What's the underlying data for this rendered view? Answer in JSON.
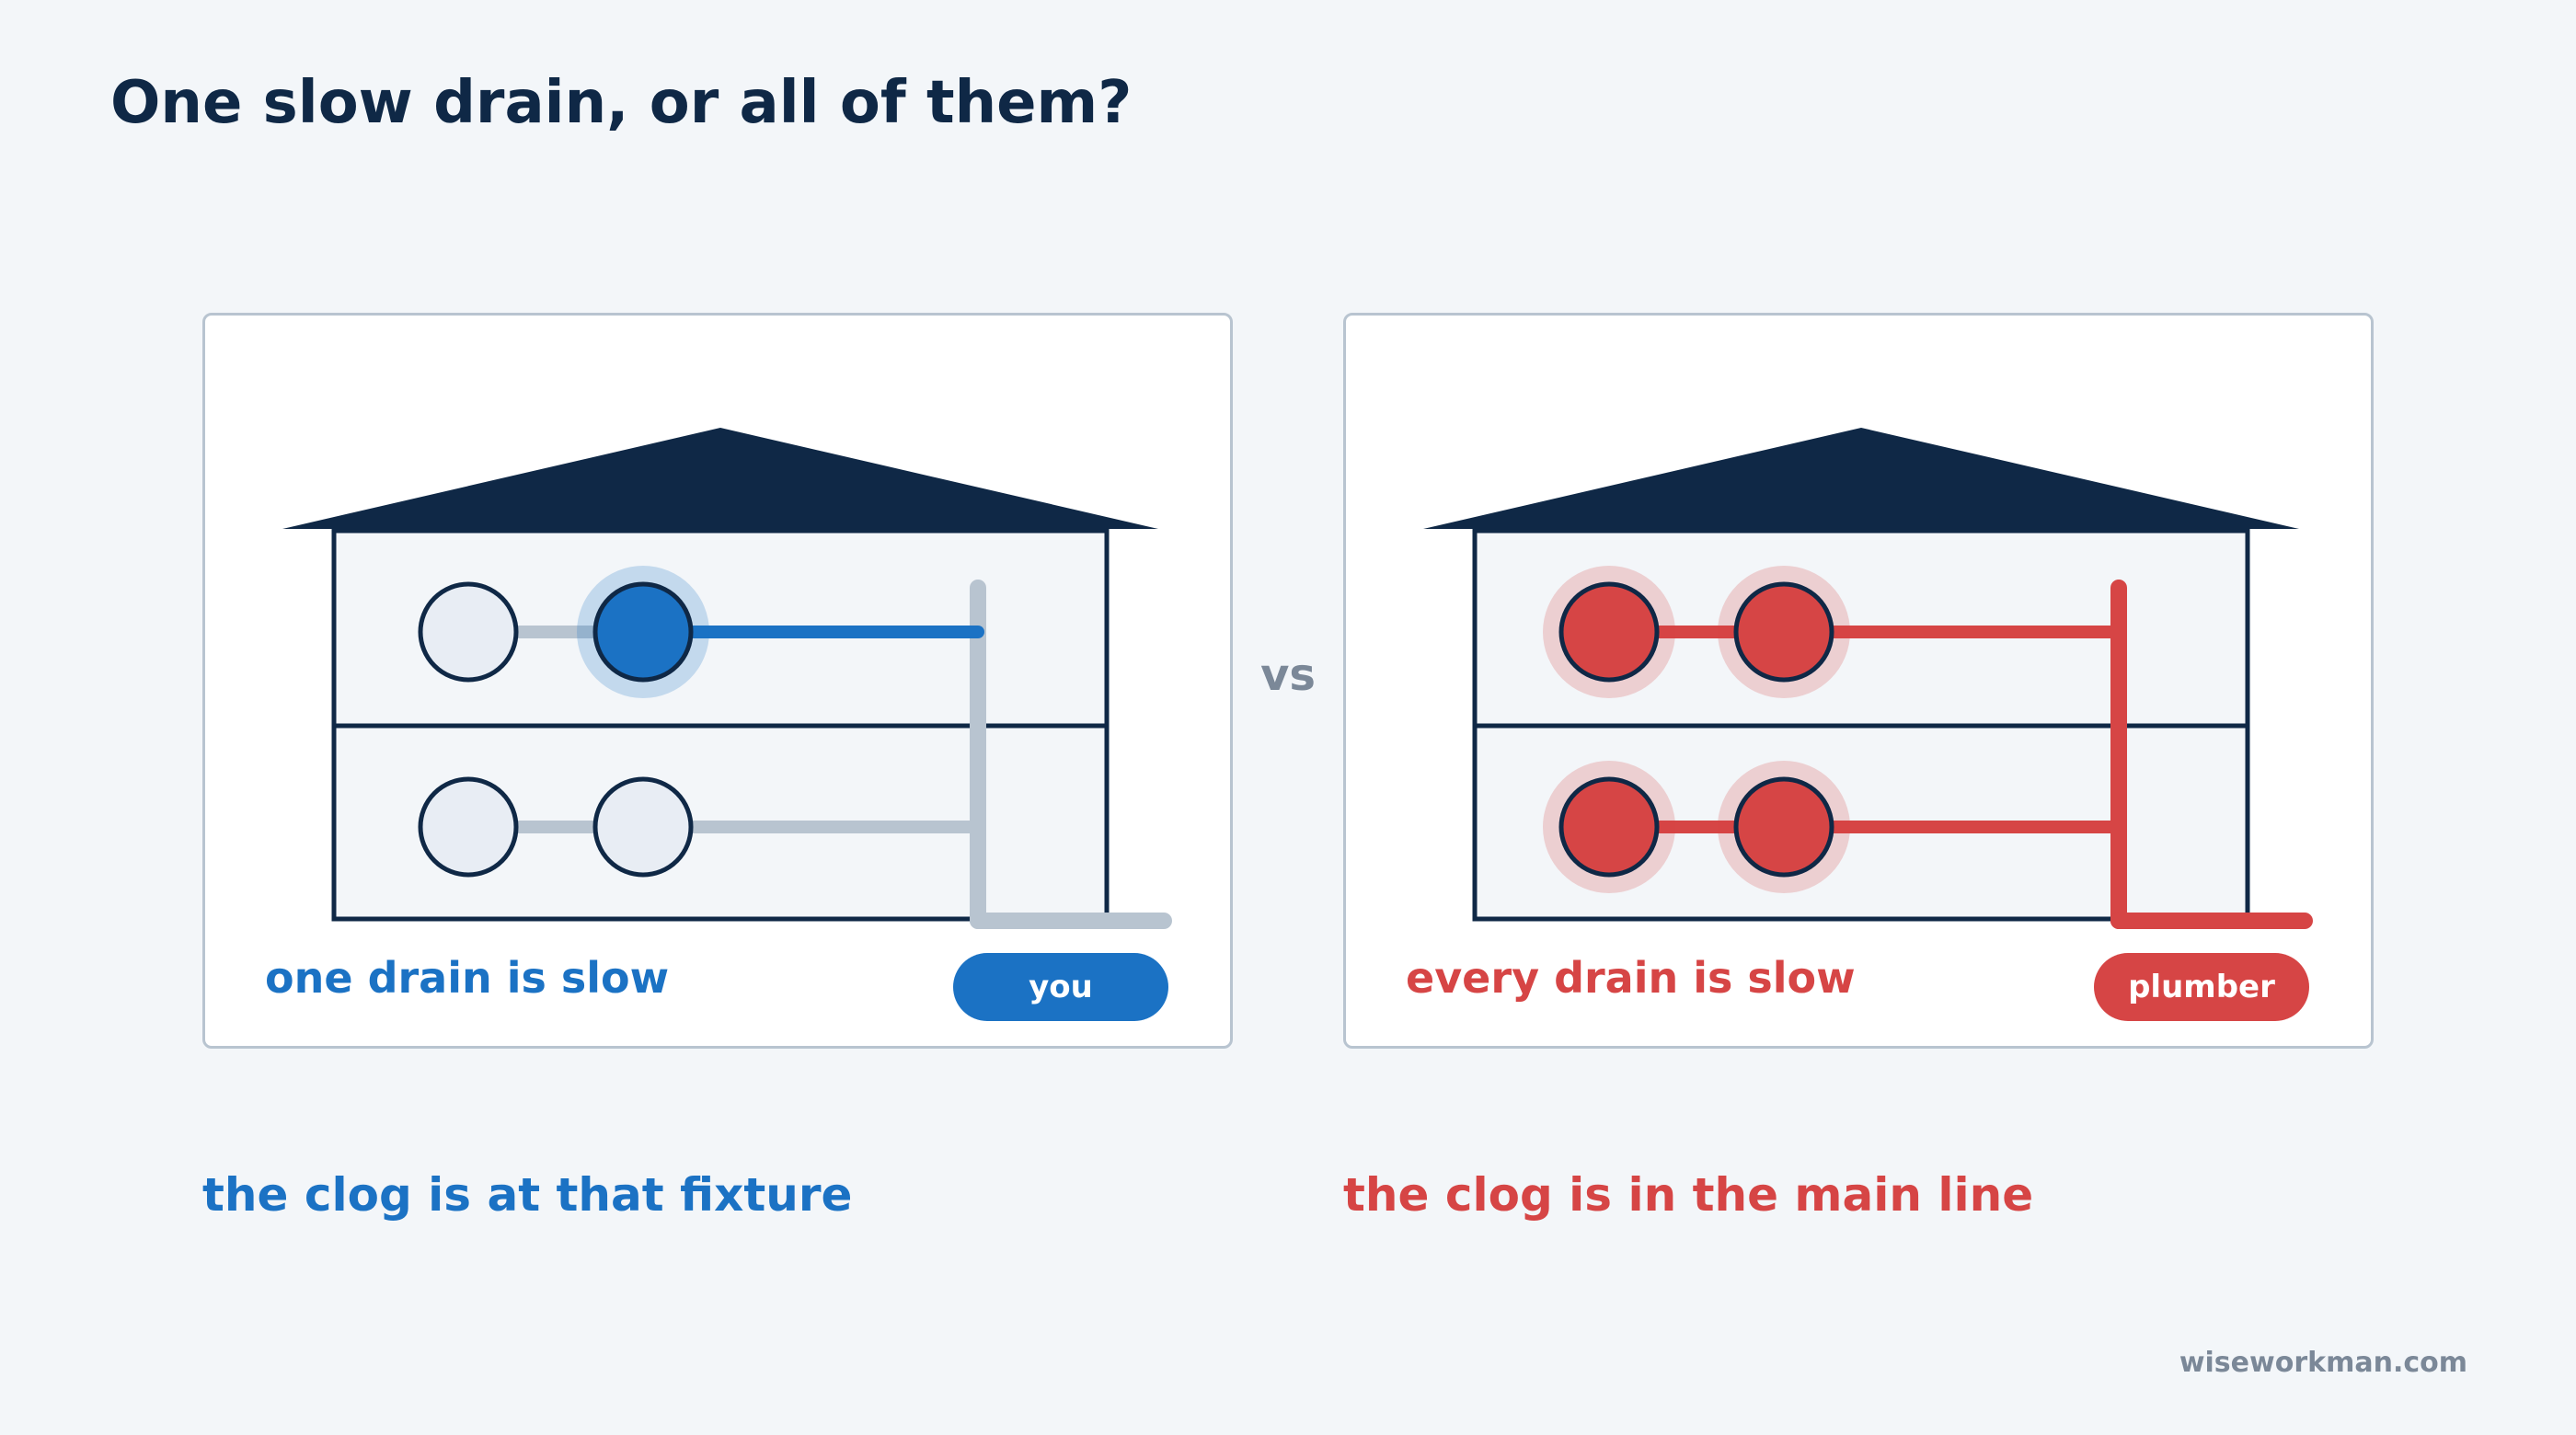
{
  "title": "One slow drain, or all of them?",
  "vs_label": "vs",
  "footer": "wiseworkman.com",
  "colors": {
    "navy": "#0f2846",
    "blue": "#1b72c4",
    "red": "#d64545",
    "pipe_idle": "#b8c4d0",
    "fixture_idle": "#e8edf4"
  },
  "left": {
    "caption": "one drain is slow",
    "badge": "you",
    "bottom_caption": "the clog is at that fixture",
    "color": "#1b72c4"
  },
  "right": {
    "caption": "every drain is slow",
    "badge": "plumber",
    "bottom_caption": "the clog is in the main line",
    "color": "#d64545"
  }
}
